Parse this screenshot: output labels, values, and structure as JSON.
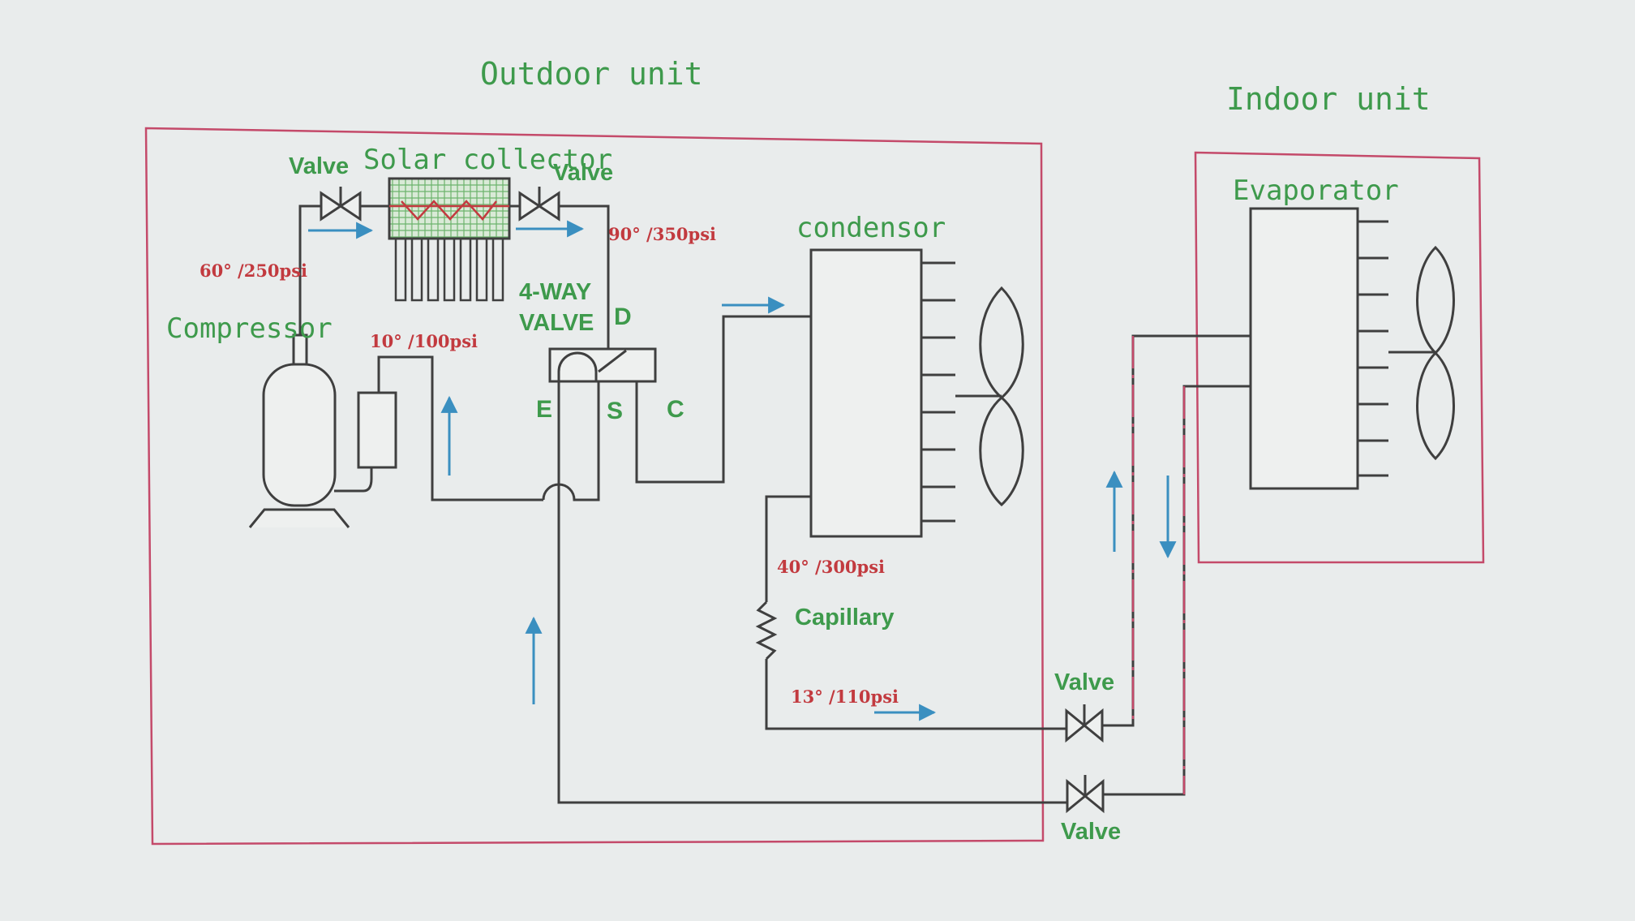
{
  "units": {
    "outdoor": "Outdoor unit",
    "indoor": "Indoor unit"
  },
  "components": {
    "solar_collector": "Solar collector",
    "compressor": "Compressor",
    "condensor": "condensor",
    "evaporator": "Evaporator",
    "four_way_valve_line1": "4-WAY",
    "four_way_valve_line2": "VALVE",
    "capillary": "Capillary"
  },
  "valves": {
    "valve_top_left": "Valve",
    "valve_top_right": "Valve",
    "valve_liquid": "Valve",
    "valve_gas": "Valve"
  },
  "ports": {
    "d": "D",
    "e": "E",
    "s": "S",
    "c": "C"
  },
  "readings": {
    "compressor_discharge": "60° /250psi",
    "collector_outlet": "90° /350psi",
    "suction": "10° /100psi",
    "condensor_outlet": "40° /300psi",
    "capillary_outlet": "13° /110psi"
  },
  "colors": {
    "label_green": "#3e9a4c",
    "reading_red": "#c23a3f",
    "boundary_magenta": "#c44a6a",
    "flow_blue": "#3a8fc0",
    "pipe_gray": "#3f3f3f"
  }
}
